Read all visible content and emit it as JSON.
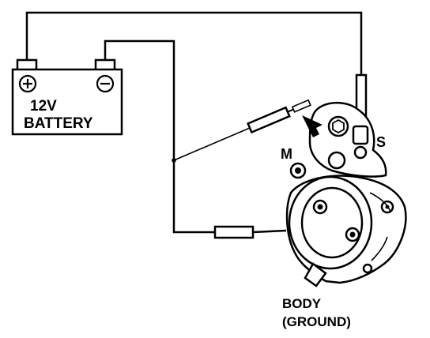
{
  "battery": {
    "label_line1": "12V",
    "label_line2": "BATTERY",
    "positive_symbol": "plus-terminal-icon",
    "negative_symbol": "minus-terminal-icon"
  },
  "starter": {
    "terminal_m": "M",
    "terminal_s": "S",
    "body_line1": "BODY",
    "body_line2": "(GROUND)"
  },
  "colors": {
    "ink": "#000000",
    "paper": "#ffffff"
  }
}
